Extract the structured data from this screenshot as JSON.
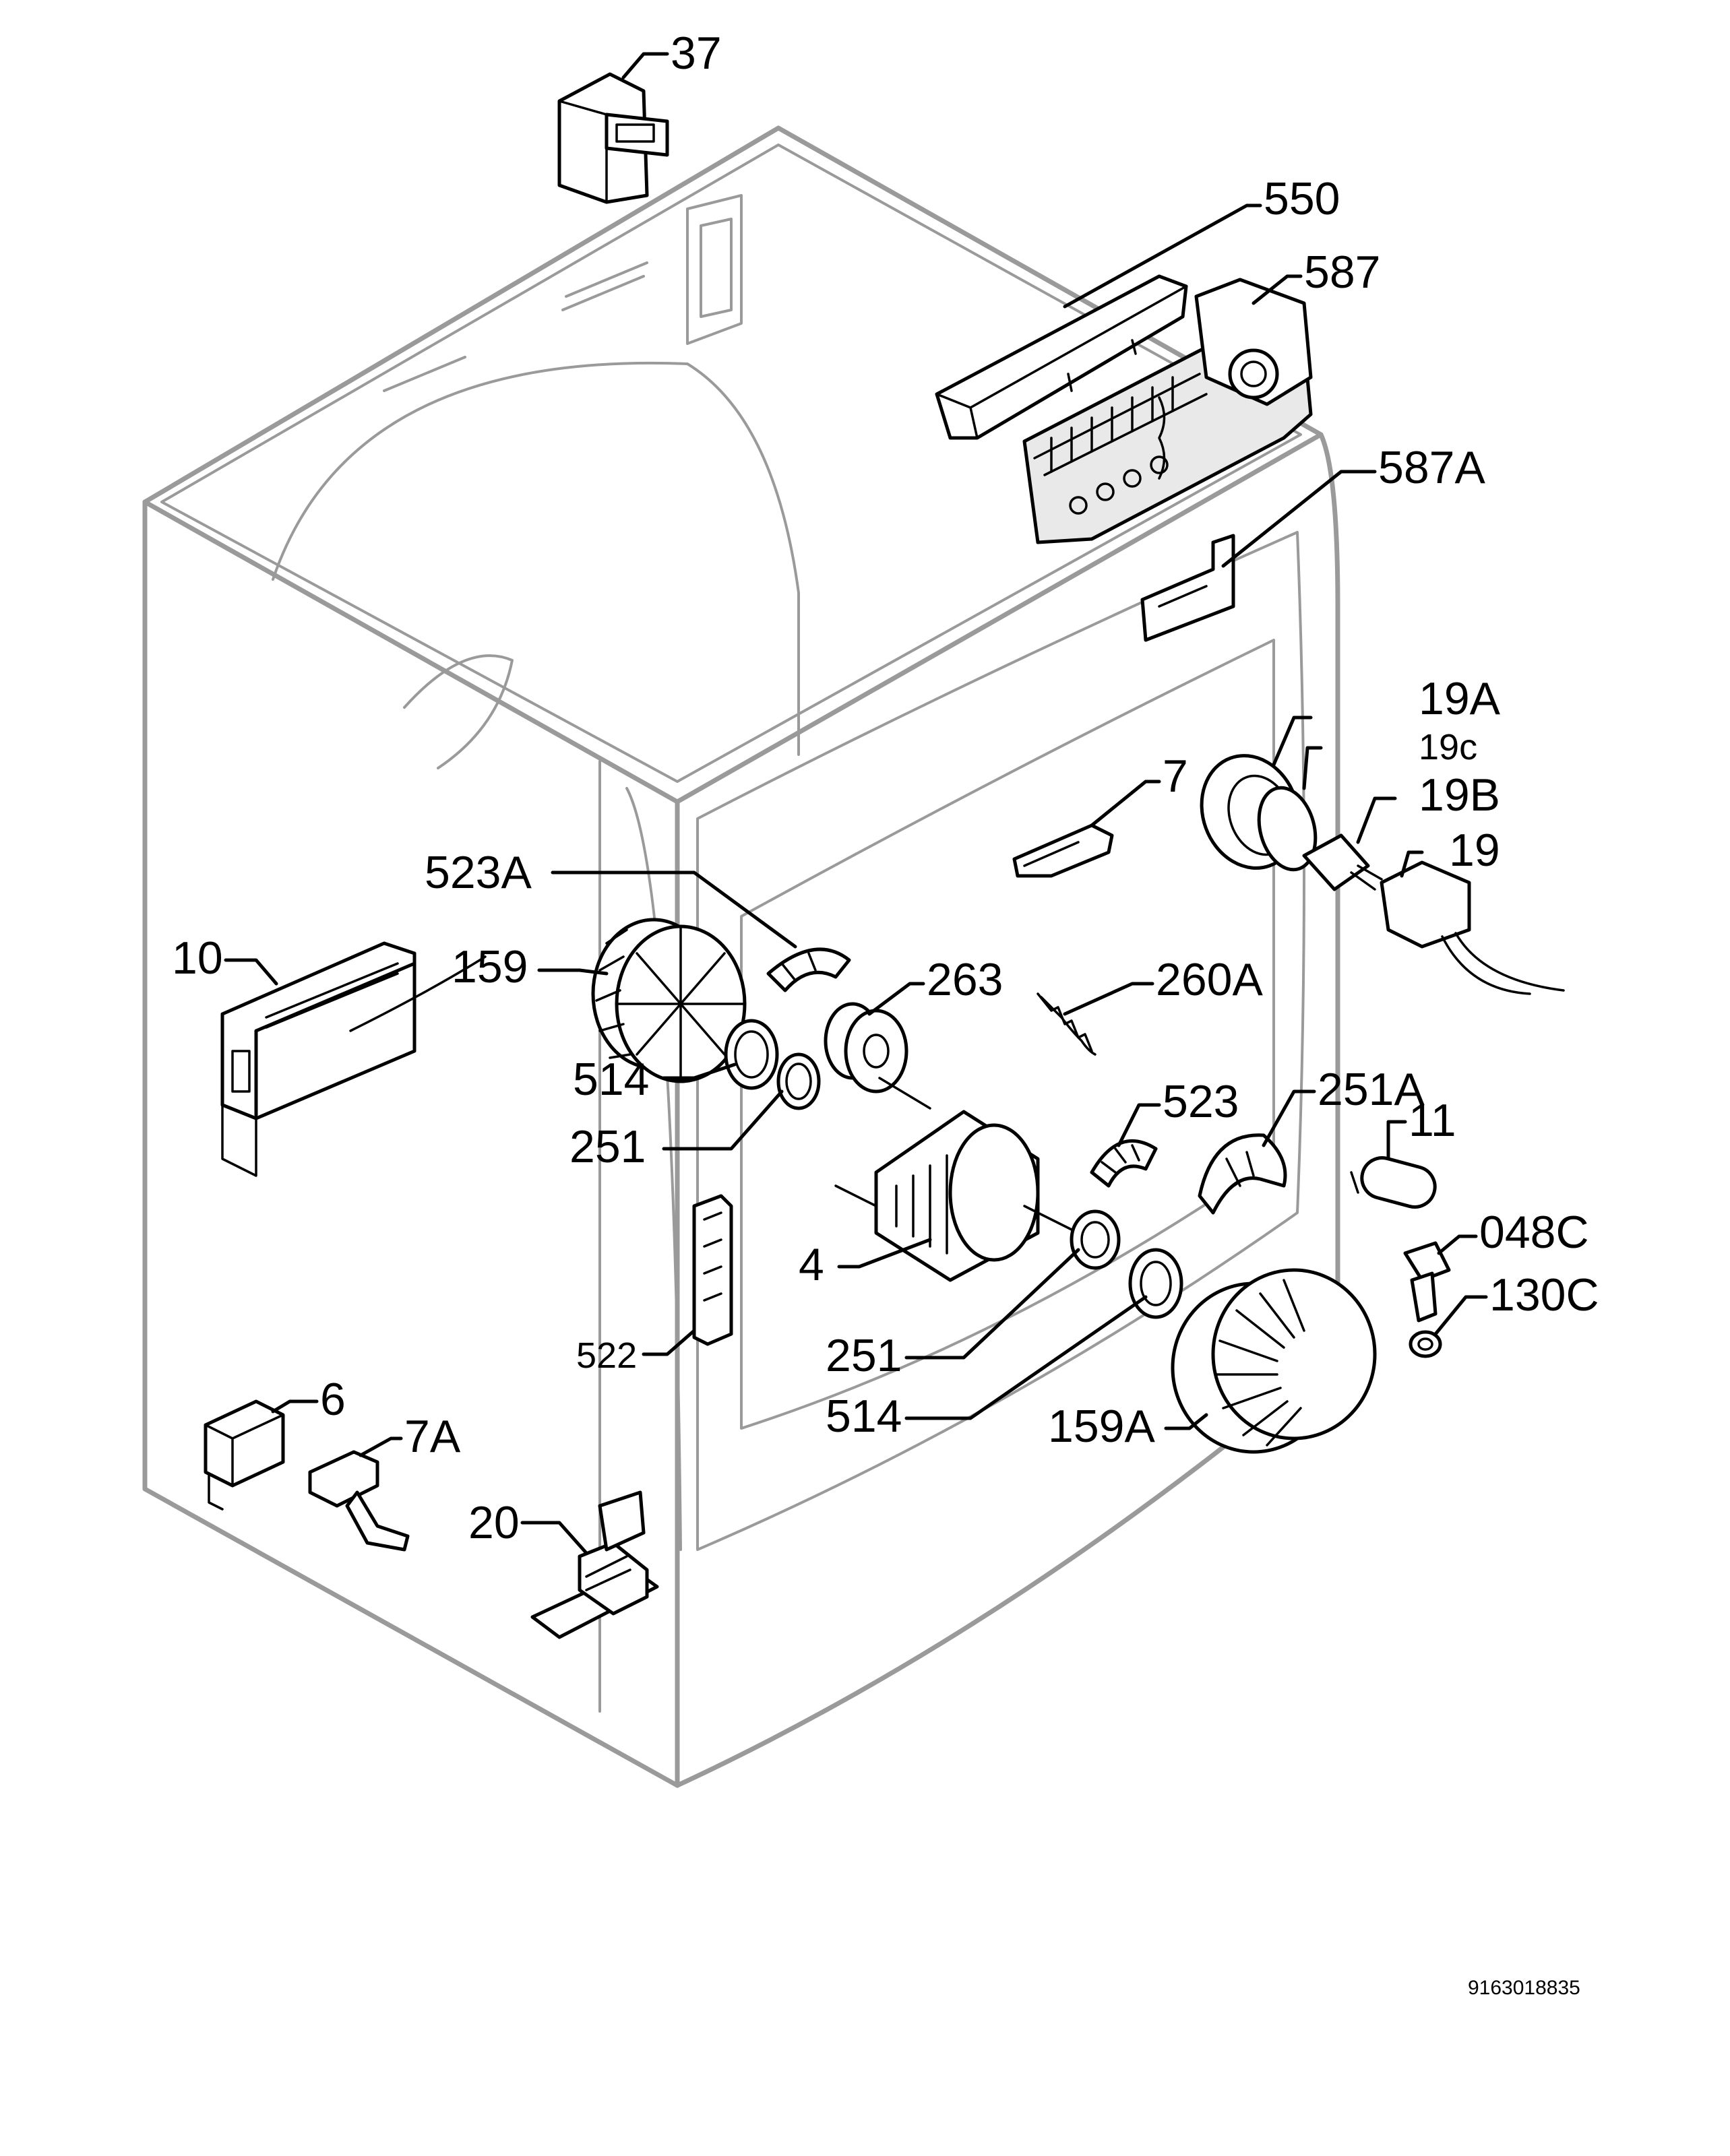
{
  "labels": {
    "p37": "37",
    "p550": "550",
    "p587": "587",
    "p587A": "587A",
    "p19A": "19A",
    "p19c": "19c",
    "p19B": "19B",
    "p19": "19",
    "p7": "7",
    "p523A": "523A",
    "p10": "10",
    "p159": "159",
    "p263": "263",
    "p260A": "260A",
    "p514a": "514",
    "p251a": "251",
    "p523": "523",
    "p251A": "251A",
    "p11": "11",
    "p4": "4",
    "p048C": "048C",
    "p130C": "130C",
    "p522": "522",
    "p251b": "251",
    "p514b": "514",
    "p159A": "159A",
    "p6": "6",
    "p7A": "7A",
    "p20": "20"
  },
  "document_number": "9163018835",
  "colors": {
    "cabinet_line": "#9a9a9a",
    "part_line": "#000000",
    "background": "#ffffff"
  }
}
